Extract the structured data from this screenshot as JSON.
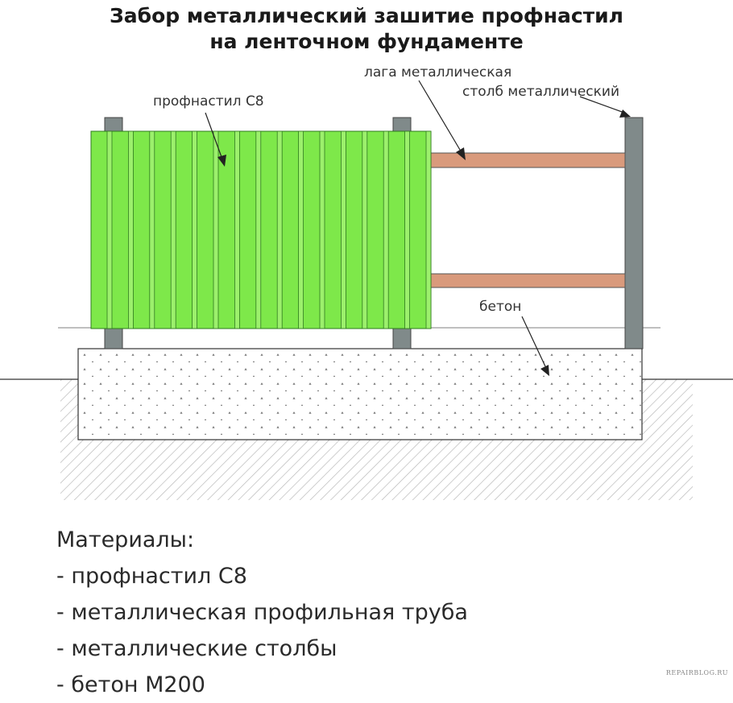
{
  "title": {
    "line1": "Забор металлический зашитие профнастил",
    "line2": "на ленточном фундаменте"
  },
  "labels": {
    "profnastil": "профнастил С8",
    "laga": "лага металлическая",
    "stolb": "столб металлический",
    "beton": "бетон"
  },
  "materials": {
    "heading": "Материалы:",
    "items": [
      "- профнастил С8",
      "- металлическая профильная труба",
      "- металлические столбы",
      "- бетон М200"
    ]
  },
  "watermark": "REPAIRBLOG.RU",
  "colors": {
    "sheet": "#7ee84a",
    "sheet_rib": "#2f7a1f",
    "post": "#808a8a",
    "rail": "#d99a7c",
    "ground_hatch": "#b5b5b5",
    "concrete_dots": "#777777"
  }
}
